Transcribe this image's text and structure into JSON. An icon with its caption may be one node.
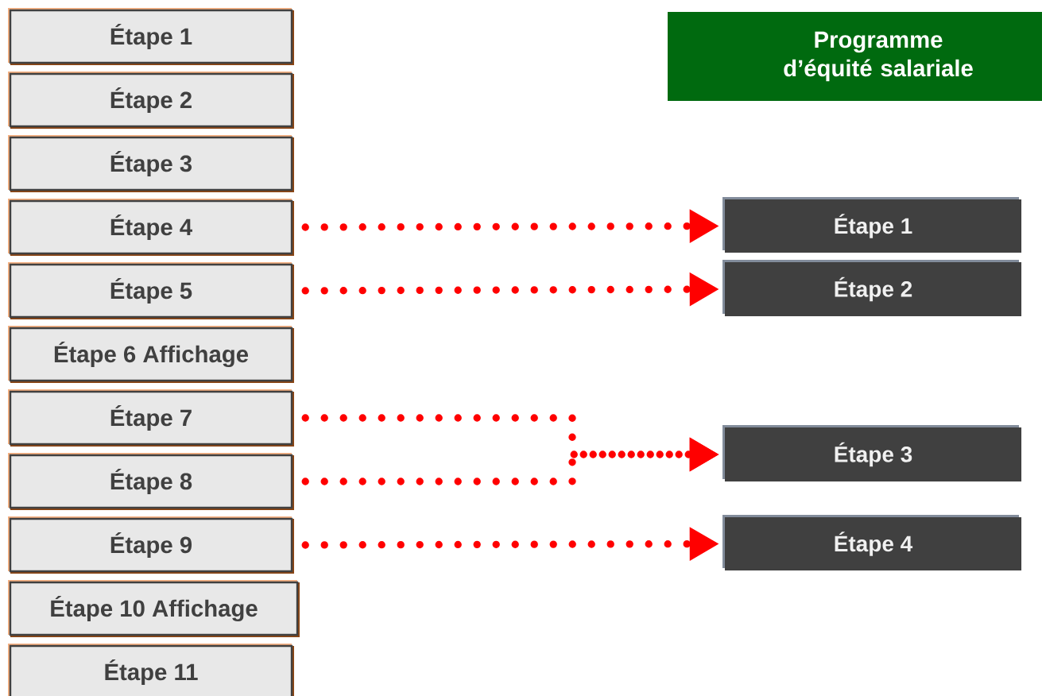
{
  "diagram": {
    "nodes": [
      {
        "text": [
          "Étape 1"
        ]
      },
      {
        "text": [
          "Étape 2"
        ]
      },
      {
        "text": [
          "Étape 3"
        ]
      },
      {
        "text": [
          "Étape 4"
        ]
      },
      {
        "text": [
          "Étape 5"
        ]
      },
      {
        "text": [
          "Étape 6 Affichage"
        ]
      },
      {
        "text": [
          "Étape 7"
        ]
      },
      {
        "text": [
          "Étape 8"
        ]
      },
      {
        "text": [
          "Étape 9"
        ]
      },
      {
        "text": [
          "Étape 10 Affichage"
        ]
      },
      {
        "text": [
          "Étape 11"
        ]
      },
      {
        "text": [
          "Programme d’équité salariale"
        ]
      },
      {
        "text": [
          "Étape 1"
        ]
      },
      {
        "text": [
          "Étape 2"
        ]
      },
      {
        "text": [
          "Étape 3"
        ]
      },
      {
        "text": [
          "Étape 4"
        ]
      }
    ],
    "edges": [
      {
        "from": 3,
        "to": 12,
        "arrow": "to"
      },
      {
        "from": 4,
        "to": 13,
        "arrow": "to"
      },
      {
        "from": 6,
        "to": 14,
        "arrow": "to"
      },
      {
        "from": 7,
        "to": 14,
        "arrow": "to"
      },
      {
        "from": 8,
        "to": 15,
        "arrow": "to"
      }
    ]
  }
}
